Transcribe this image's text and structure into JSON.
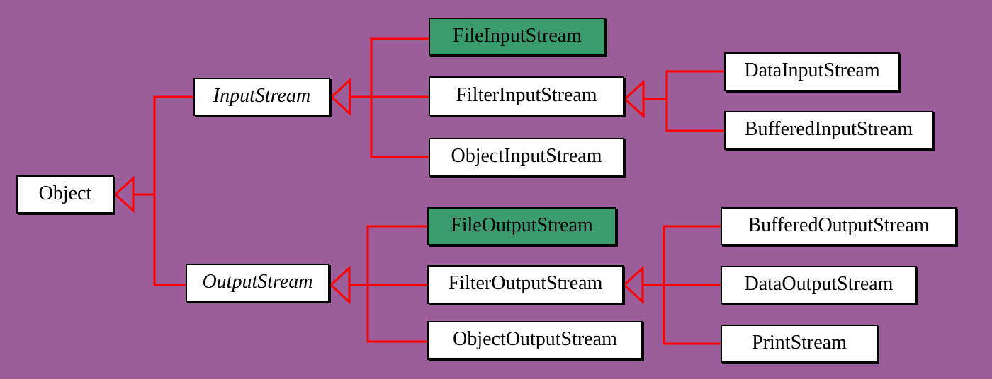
{
  "colors": {
    "background": "#9C5E9A",
    "box_fill": "#FFFFFF",
    "highlight_fill": "#3A9B6C",
    "connector": "#FF0000",
    "border": "#000000"
  },
  "nodes": {
    "object": "Object",
    "input_stream": "InputStream",
    "output_stream": "OutputStream",
    "file_input_stream": "FileInputStream",
    "filter_input_stream": "FilterInputStream",
    "object_input_stream": "ObjectInputStream",
    "data_input_stream": "DataInputStream",
    "buffered_input_stream": "BufferedInputStream",
    "file_output_stream": "FileOutputStream",
    "filter_output_stream": "FilterOutputStream",
    "object_output_stream": "ObjectOutputStream",
    "buffered_output_stream": "BufferedOutputStream",
    "data_output_stream": "DataOutputStream",
    "print_stream": "PrintStream"
  }
}
